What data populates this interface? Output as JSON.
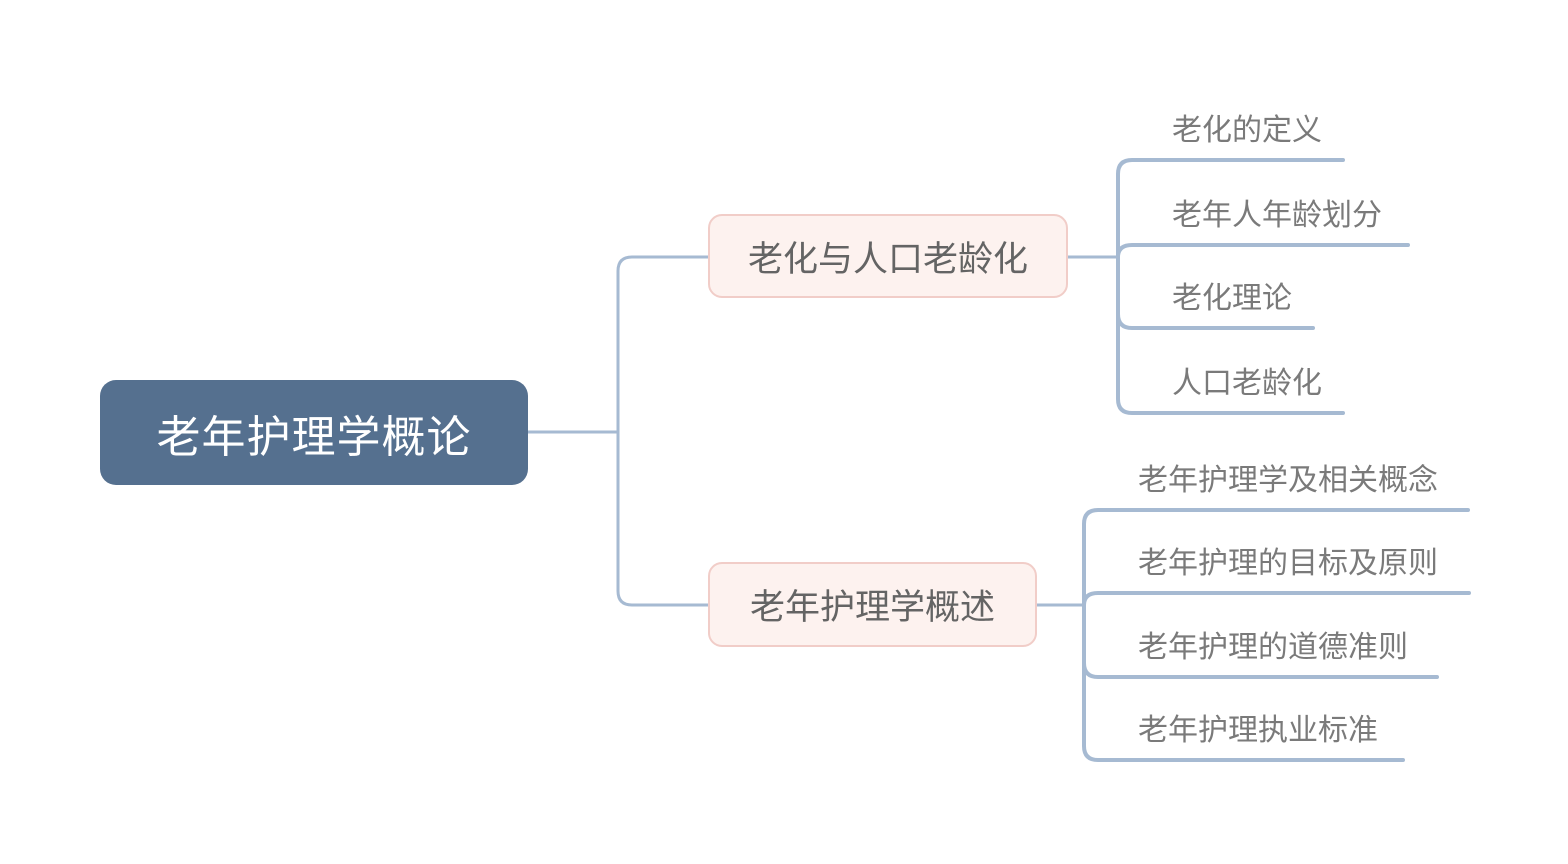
{
  "mindmap": {
    "root": {
      "label": "老年护理学概论",
      "fill_color": "#55708f",
      "text_color": "#ffffff"
    },
    "branches": [
      {
        "label": "老化与人口老龄化",
        "children": [
          "老化的定义",
          "老年人年龄划分",
          "老化理论",
          "人口老龄化"
        ]
      },
      {
        "label": "老年护理学概述",
        "children": [
          "老年护理学及相关概念",
          "老年护理的目标及原则",
          "老年护理的道德准则",
          "老年护理执业标准"
        ]
      }
    ],
    "style": {
      "branch_fill_color": "#fdf2ef",
      "branch_border_color": "#f1cdc8",
      "branch_text_color": "#646464",
      "leaf_text_color": "#7a7a7a",
      "connector_color": "#a6bad2",
      "background_color": "#ffffff"
    }
  }
}
